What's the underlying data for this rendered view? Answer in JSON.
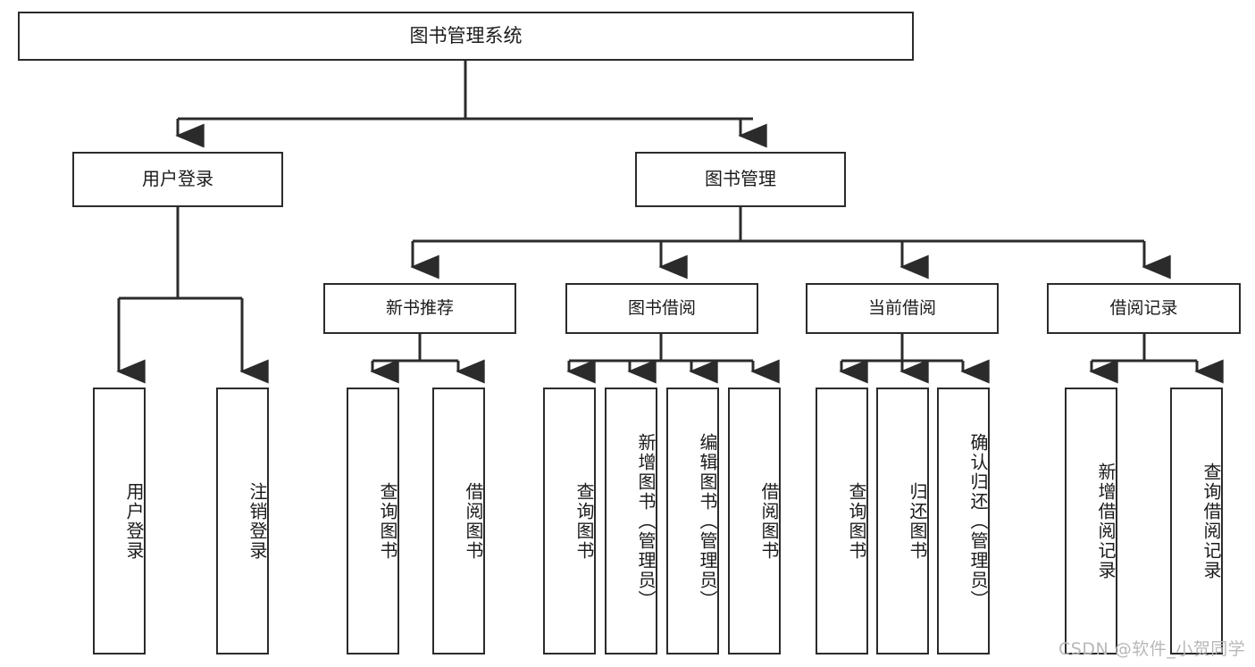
{
  "diagram": {
    "title": "图书管理系统",
    "watermark": "CSDN @软件_小贺同学",
    "line_color": "#2b2b2b",
    "box_fill": "#ffffff",
    "text_color": "#1b1b1b",
    "watermark_color": "#b8b8b8"
  },
  "nodes": {
    "root": {
      "label": "图书管理系统"
    },
    "level2": [
      {
        "label": "用户登录"
      },
      {
        "label": "图书管理"
      }
    ],
    "level3": [
      {
        "label": "新书推荐"
      },
      {
        "label": "图书借阅"
      },
      {
        "label": "当前借阅"
      },
      {
        "label": "借阅记录"
      }
    ],
    "leaves": [
      {
        "label": "用户登录"
      },
      {
        "label": "注销登录"
      },
      {
        "label": "查询图书"
      },
      {
        "label": "借阅图书"
      },
      {
        "label": "查询图书"
      },
      {
        "label": "新增图书（管理员）"
      },
      {
        "label": "编辑图书（管理员）"
      },
      {
        "label": "借阅图书"
      },
      {
        "label": "查询图书"
      },
      {
        "label": "归还图书"
      },
      {
        "label": "确认归还（管理员）"
      },
      {
        "label": "新增借阅记录"
      },
      {
        "label": "查询借阅记录"
      }
    ]
  },
  "tree": {
    "图书管理系统": [
      "用户登录",
      "图书管理"
    ],
    "用户登录": [
      "用户登录",
      "注销登录"
    ],
    "图书管理": [
      "新书推荐",
      "图书借阅",
      "当前借阅",
      "借阅记录"
    ],
    "新书推荐": [
      "查询图书",
      "借阅图书"
    ],
    "图书借阅": [
      "查询图书",
      "新增图书（管理员）",
      "编辑图书（管理员）",
      "借阅图书"
    ],
    "当前借阅": [
      "查询图书",
      "归还图书",
      "确认归还（管理员）"
    ],
    "借阅记录": [
      "新增借阅记录",
      "查询借阅记录"
    ]
  }
}
